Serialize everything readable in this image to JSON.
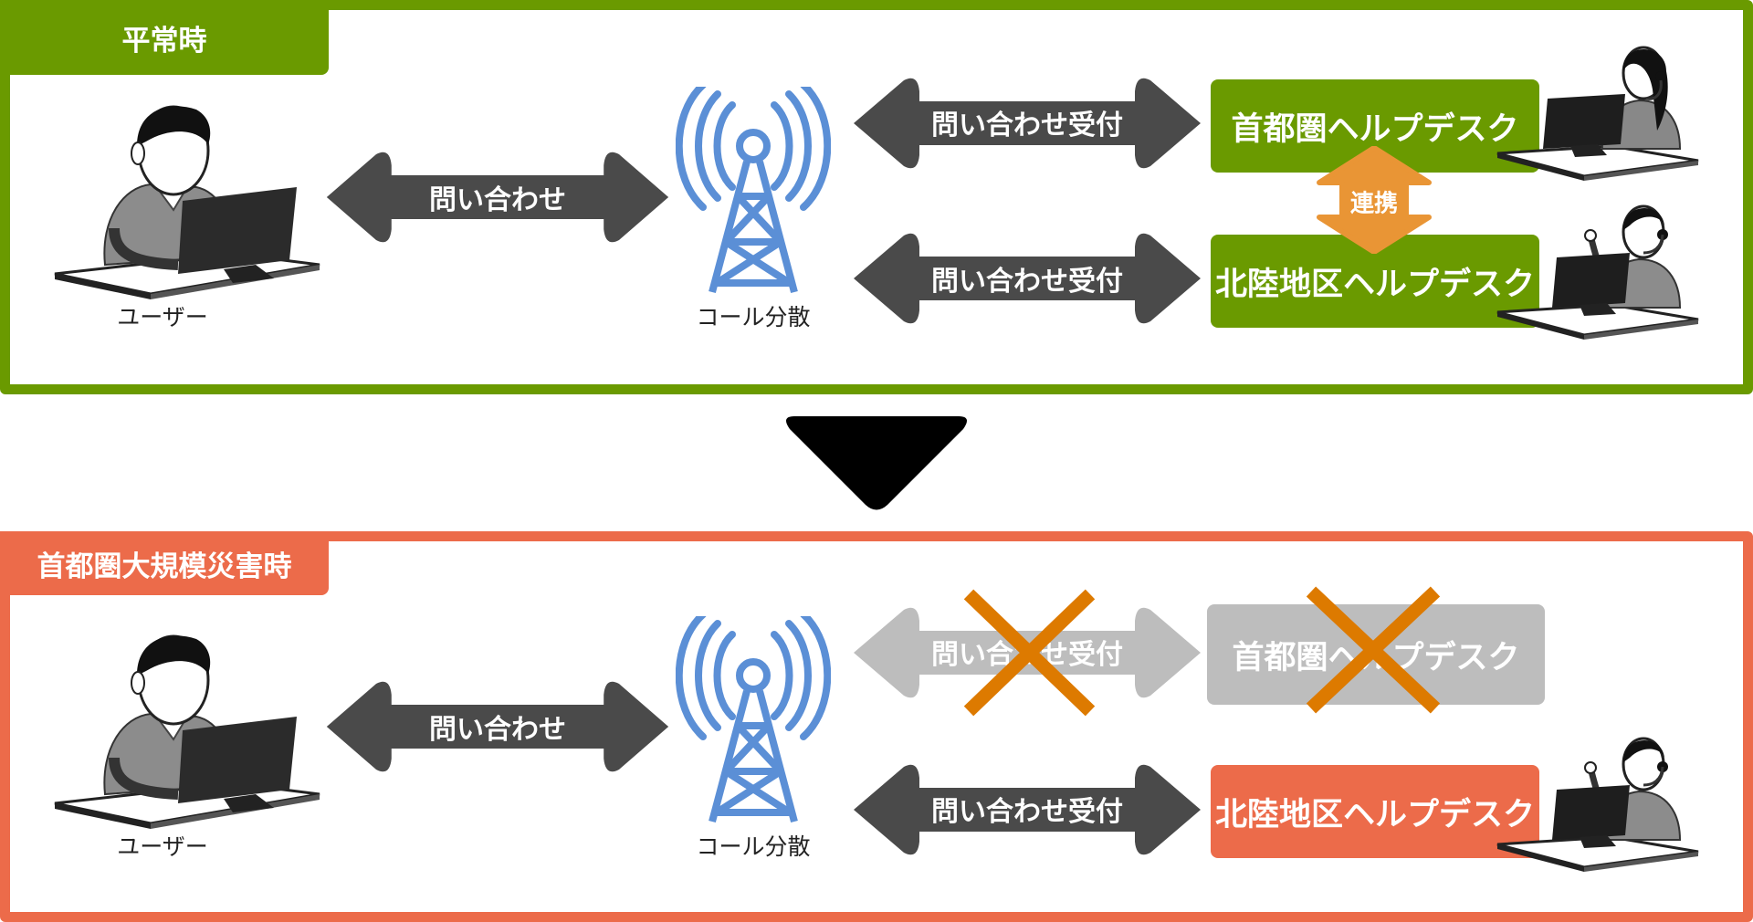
{
  "normal": {
    "tab_label": "平常時",
    "user_label": "ユーザー",
    "tower_label": "コール分散",
    "inquiry_label": "問い合わせ",
    "reception_label_1": "問い合わせ受付",
    "reception_label_2": "問い合わせ受付",
    "desk_capital": "首都圏ヘルプデスク",
    "desk_hokuriku": "北陸地区ヘルプデスク",
    "link_label": "連携"
  },
  "disaster": {
    "tab_label": "首都圏大規模災害時",
    "user_label": "ユーザー",
    "tower_label": "コール分散",
    "inquiry_label": "問い合わせ",
    "reception_label_1": "問い合わせ受付",
    "reception_label_2": "問い合わせ受付",
    "desk_capital": "首都圏ヘルプデスク",
    "desk_hokuriku": "北陸地区ヘルプデスク"
  },
  "colors": {
    "normal_accent": "#6a9a00",
    "disaster_accent": "#ec6b4a",
    "arrow_dark": "#4a4a4a",
    "arrow_disabled": "#bdbdbd",
    "tower_blue": "#5b8fd6",
    "link_orange": "#e99535",
    "cross_orange": "#dd7a00"
  },
  "icons": [
    "user-at-computer-icon",
    "radio-tower-icon",
    "operator-headset-icon",
    "down-triangle-icon",
    "cross-icon"
  ]
}
